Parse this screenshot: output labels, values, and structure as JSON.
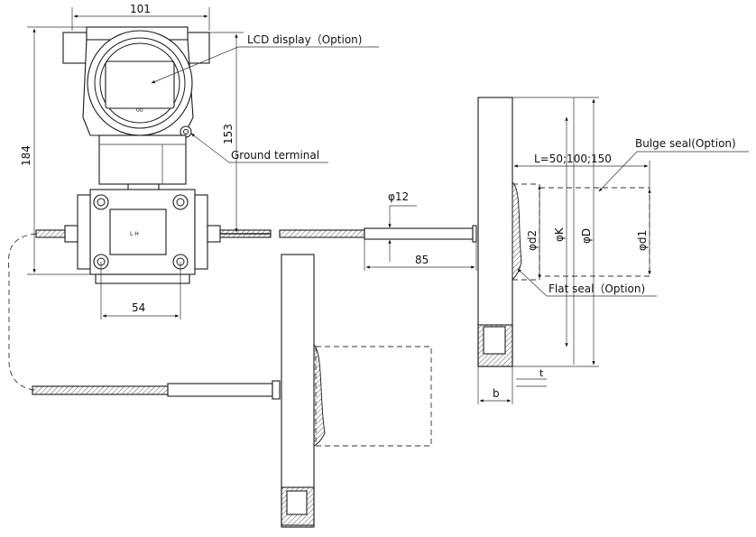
{
  "dimensions": {
    "width_101": "101",
    "height_184": "184",
    "height_153": "153",
    "phi12": "φ12",
    "len85": "85",
    "spacing54": "54",
    "phi_d2": "φd2",
    "phi_K": "φK",
    "phi_D": "φD",
    "phi_d1": "φd1",
    "b": "b",
    "t": "t",
    "L_options": "L=50;100;150"
  },
  "labels": {
    "lcd_display": "LCD display（Option)",
    "ground_terminal": "Ground terminal",
    "bulge_seal": "Bulge seal(Option)",
    "flat_seal": "Flat seal（Option)",
    "body_marks": "L   H",
    "lcd_mark": "00"
  }
}
